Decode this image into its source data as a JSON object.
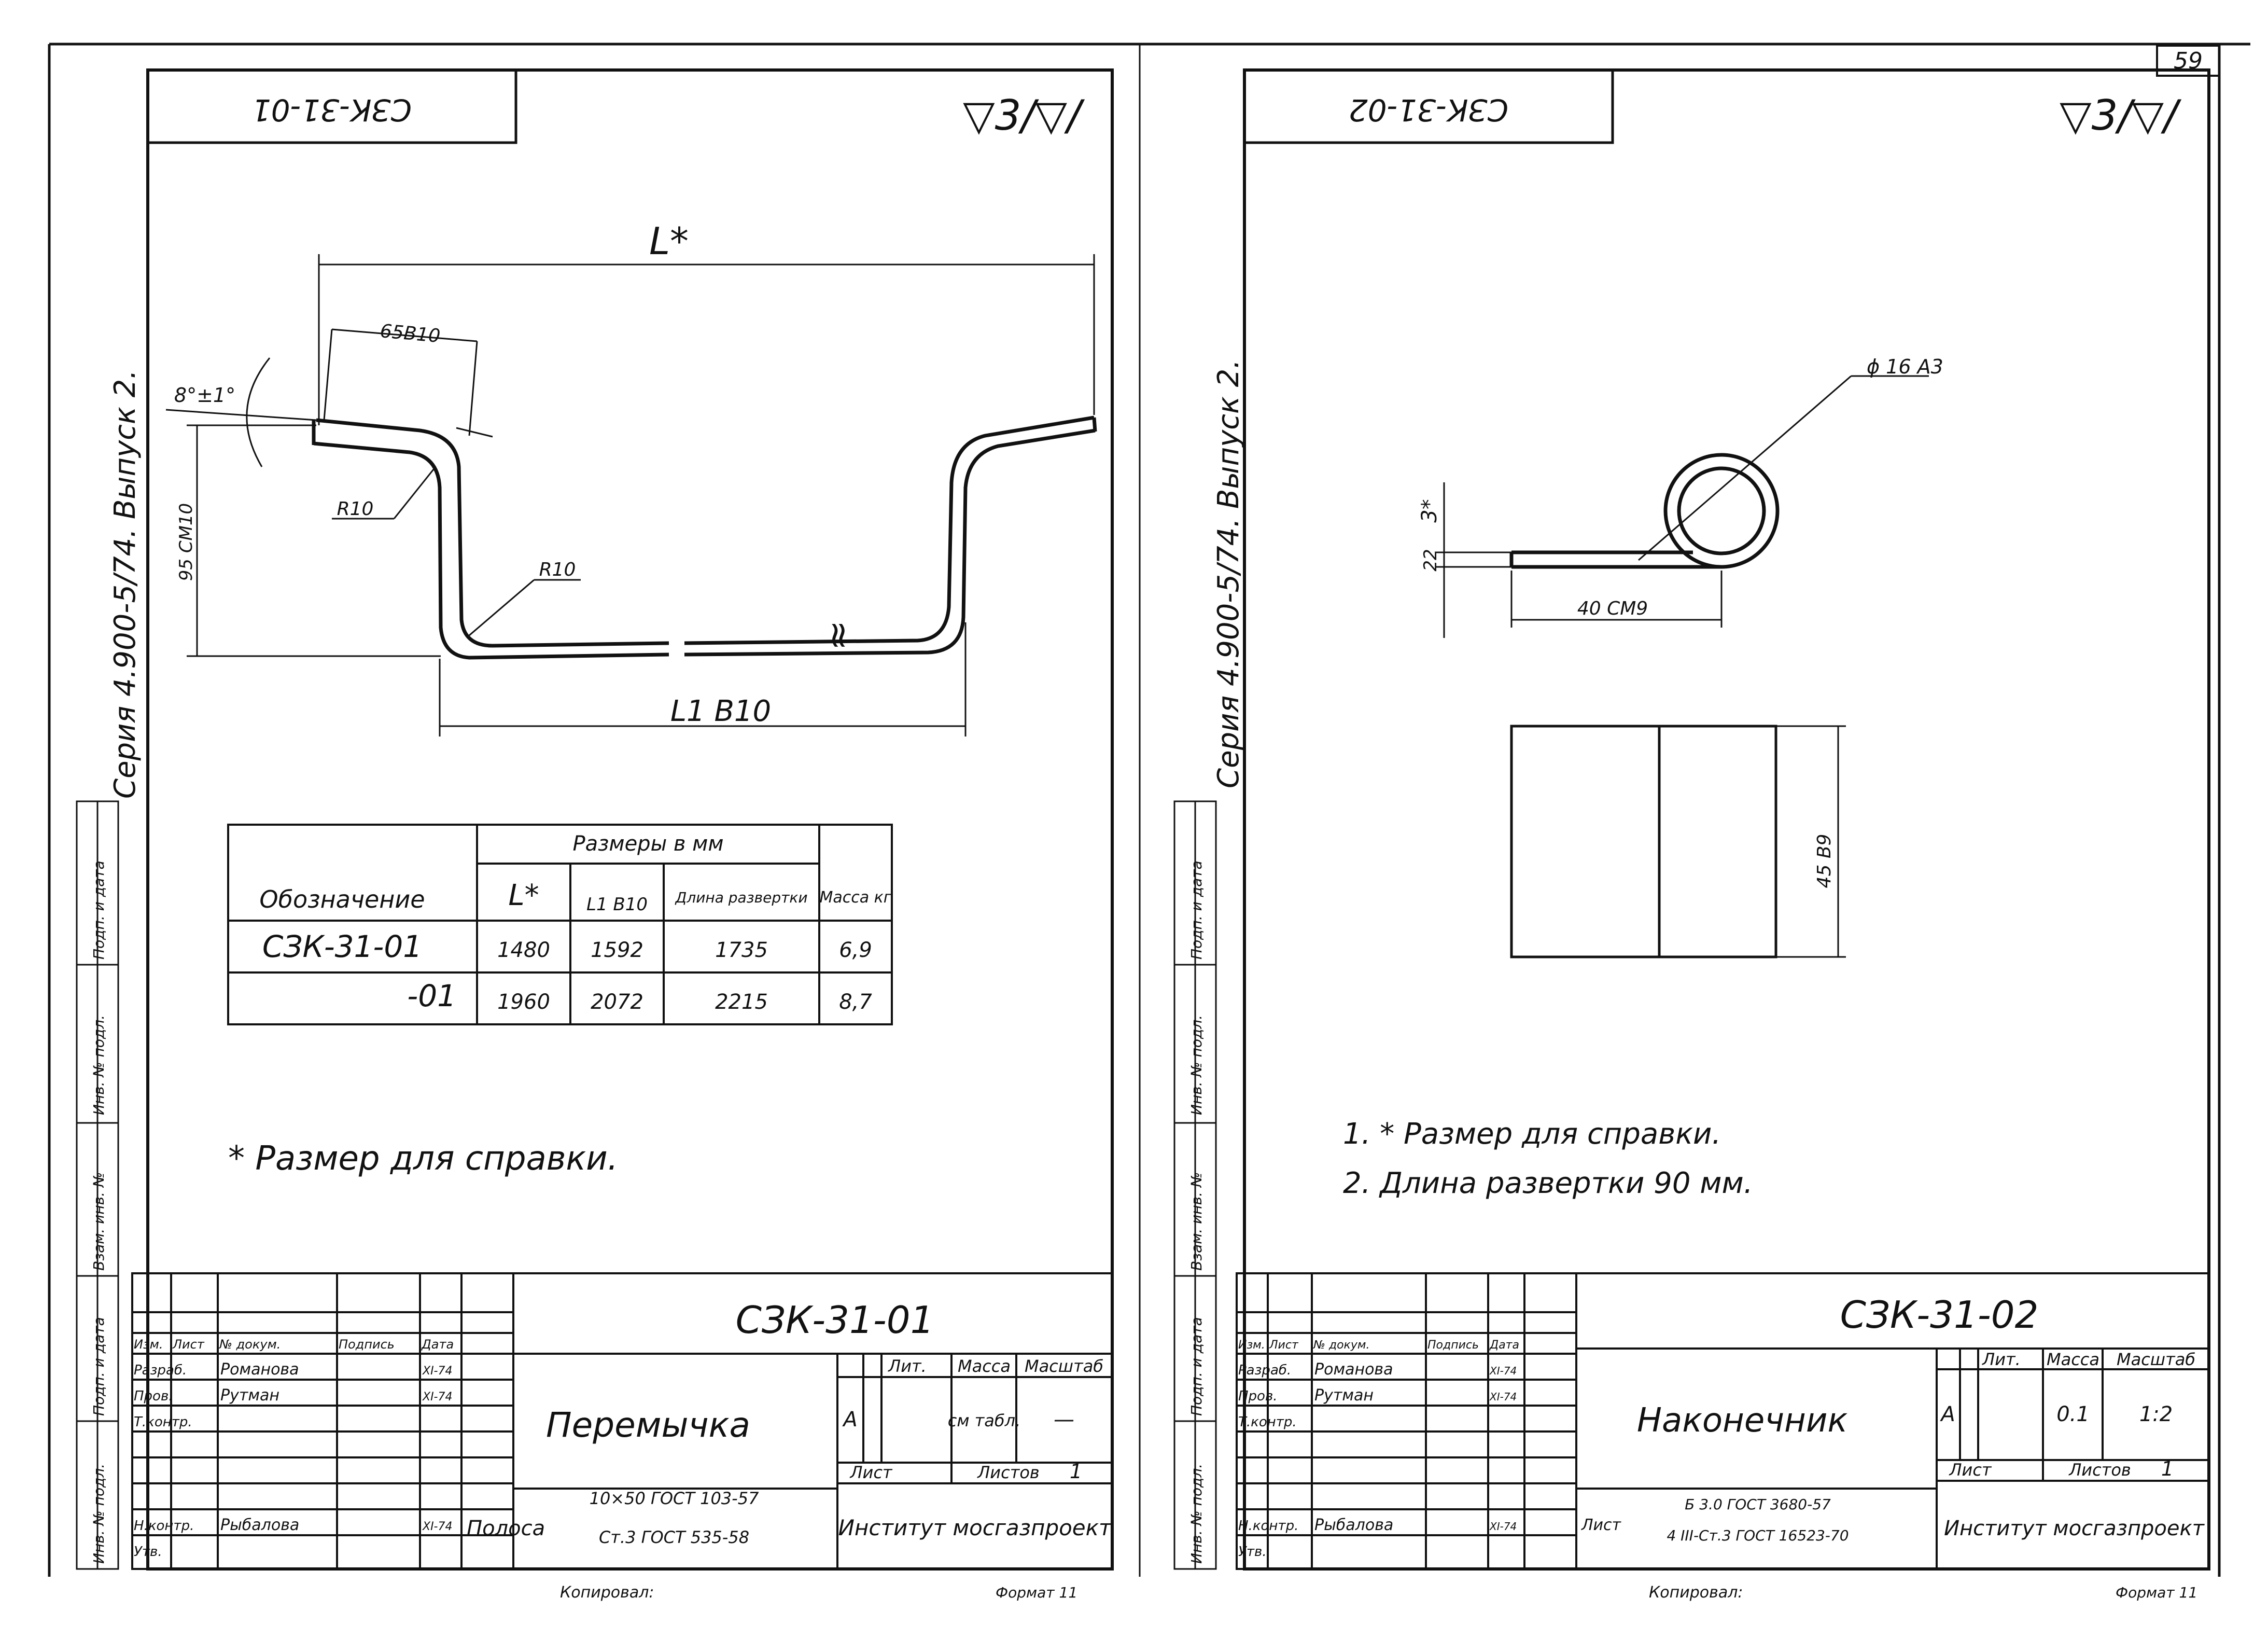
{
  "page_number": "59",
  "left": {
    "stamp_code": "СЗК-31-01",
    "surface_mark": "▽3/▽/",
    "series_label": "Серия 4.900-5/74. Выпуск 2.",
    "dimensions": {
      "L_star": "L*",
      "w65": "65В10",
      "angle": "8°±1°",
      "h95": "95 СМ10",
      "r10a": "R10",
      "r10b": "R10",
      "L1": "L1 В10",
      "break_mark": "≈"
    },
    "table": {
      "header_group": "Размеры в мм",
      "col_designation": "Обозначение",
      "col_L": "L*",
      "col_L1": "L1 В10",
      "col_dev": "Длина развертки",
      "col_mass": "Масса кг",
      "rows": [
        {
          "designation": "СЗК-31-01",
          "L": "1480",
          "L1": "1592",
          "dev": "1735",
          "mass": "6,9"
        },
        {
          "designation": "-01",
          "L": "1960",
          "L1": "2072",
          "dev": "2215",
          "mass": "8,7"
        }
      ]
    },
    "note": "* Размер для справки.",
    "side_labels": [
      "Подп. и дата",
      "Инв. № подл.",
      "Взам. инв. №",
      "Подп. и дата",
      "Инв. № подл."
    ],
    "title_block": {
      "code": "СЗК-31-01",
      "name": "Перемычка",
      "lit_label": "Лит.",
      "mass_label": "Масса",
      "scale_label": "Масштаб",
      "lit_value": "А",
      "mass_value": "см табл.",
      "scale_value": "—",
      "sheet_label": "Лист",
      "sheets_label": "Листов",
      "sheets_value": "1",
      "org": "Институт мосгазпроект",
      "material_label": "Полоса",
      "material_line1": "10×50 ГОСТ 103-57",
      "material_line2": "Ст.3 ГОСТ 535-58",
      "header_cells": [
        "Изм.",
        "Лист",
        "№ докум.",
        "Подпись",
        "Дата"
      ],
      "roles": [
        "Разраб.",
        "Пров.",
        "Т.контр.",
        "",
        "Н.контр.",
        "Утв."
      ],
      "names": [
        "Романова",
        "Рутман",
        "",
        "",
        "Рыбалова",
        ""
      ],
      "dates": [
        "XI-74",
        "XI-74",
        "",
        "",
        "XI-74",
        ""
      ],
      "copied": "Копировал:",
      "format": "Формат 11"
    }
  },
  "right": {
    "stamp_code": "СЗК-31-02",
    "surface_mark": "▽3/▽/",
    "series_label": "Серия 4.900-5/74. Выпуск 2.",
    "dimensions": {
      "dia": "ϕ 16 А3",
      "three": "3*",
      "twentytwo": "22",
      "forty": "40 СМ9",
      "fortyfive": "45 В9"
    },
    "notes": [
      "1. * Размер для справки.",
      "2. Длина развертки 90 мм."
    ],
    "side_labels": [
      "Подп. и дата",
      "Инв. № подл.",
      "Взам. инв. №",
      "Подп. и дата",
      "Инв. № подл."
    ],
    "title_block": {
      "code": "СЗК-31-02",
      "name": "Наконечник",
      "lit_label": "Лит.",
      "mass_label": "Масса",
      "scale_label": "Масштаб",
      "lit_value": "А",
      "mass_value": "0.1",
      "scale_value": "1:2",
      "sheet_label": "Лист",
      "sheets_label": "Листов",
      "sheets_value": "1",
      "org": "Институт мосгазпроект",
      "material_label": "Лист",
      "material_line1": "Б 3.0 ГОСТ 3680-57",
      "material_line2": "4 III-Ст.3 ГОСТ 16523-70",
      "header_cells": [
        "Изм.",
        "Лист",
        "№ докум.",
        "Подпись",
        "Дата"
      ],
      "roles": [
        "Разраб.",
        "Пров.",
        "Т.контр.",
        "",
        "Н.контр.",
        "Утв."
      ],
      "names": [
        "Романова",
        "Рутман",
        "",
        "",
        "Рыбалова",
        ""
      ],
      "dates": [
        "XI-74",
        "XI-74",
        "",
        "",
        "XI-74",
        ""
      ],
      "copied": "Копировал:",
      "format": "Формат 11"
    }
  }
}
